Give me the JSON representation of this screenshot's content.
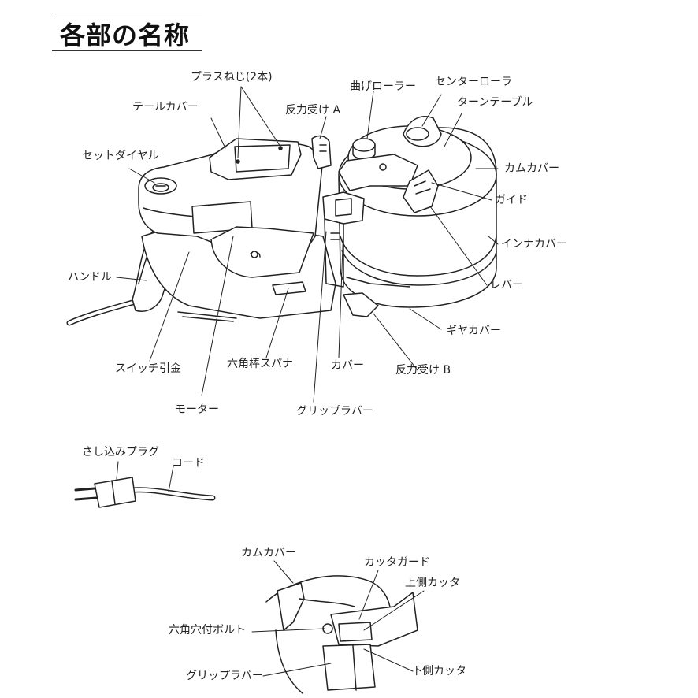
{
  "title": "各部の名称",
  "labels": {
    "plus_screws": "プラスねじ(2本)",
    "bending_roller": "曲げローラー",
    "center_roller": "センターローラ",
    "tail_cover": "テールカバー",
    "reaction_a": "反力受け A",
    "turntable": "ターンテーブル",
    "set_dial": "セットダイヤル",
    "cam_cover": "カムカバー",
    "guide": "ガイド",
    "inner_cover": "インナカバー",
    "handle": "ハンドル",
    "lever": "レバー",
    "gear_cover": "ギヤカバー",
    "switch_trigger": "スイッチ引金",
    "hex_wrench": "六角棒スパナ",
    "cover": "カバー",
    "reaction_b": "反力受け B",
    "motor": "モーター",
    "grip_rubber": "グリップラバー",
    "plug": "さし込みプラグ",
    "cord": "コード",
    "cam_cover_2": "カムカバー",
    "cutter_guard": "カッタガード",
    "upper_cutter": "上側カッタ",
    "hex_socket_bolt": "六角穴付ボルト",
    "grip_rubber_2": "グリップラバー",
    "lower_cutter": "下側カッタ"
  }
}
